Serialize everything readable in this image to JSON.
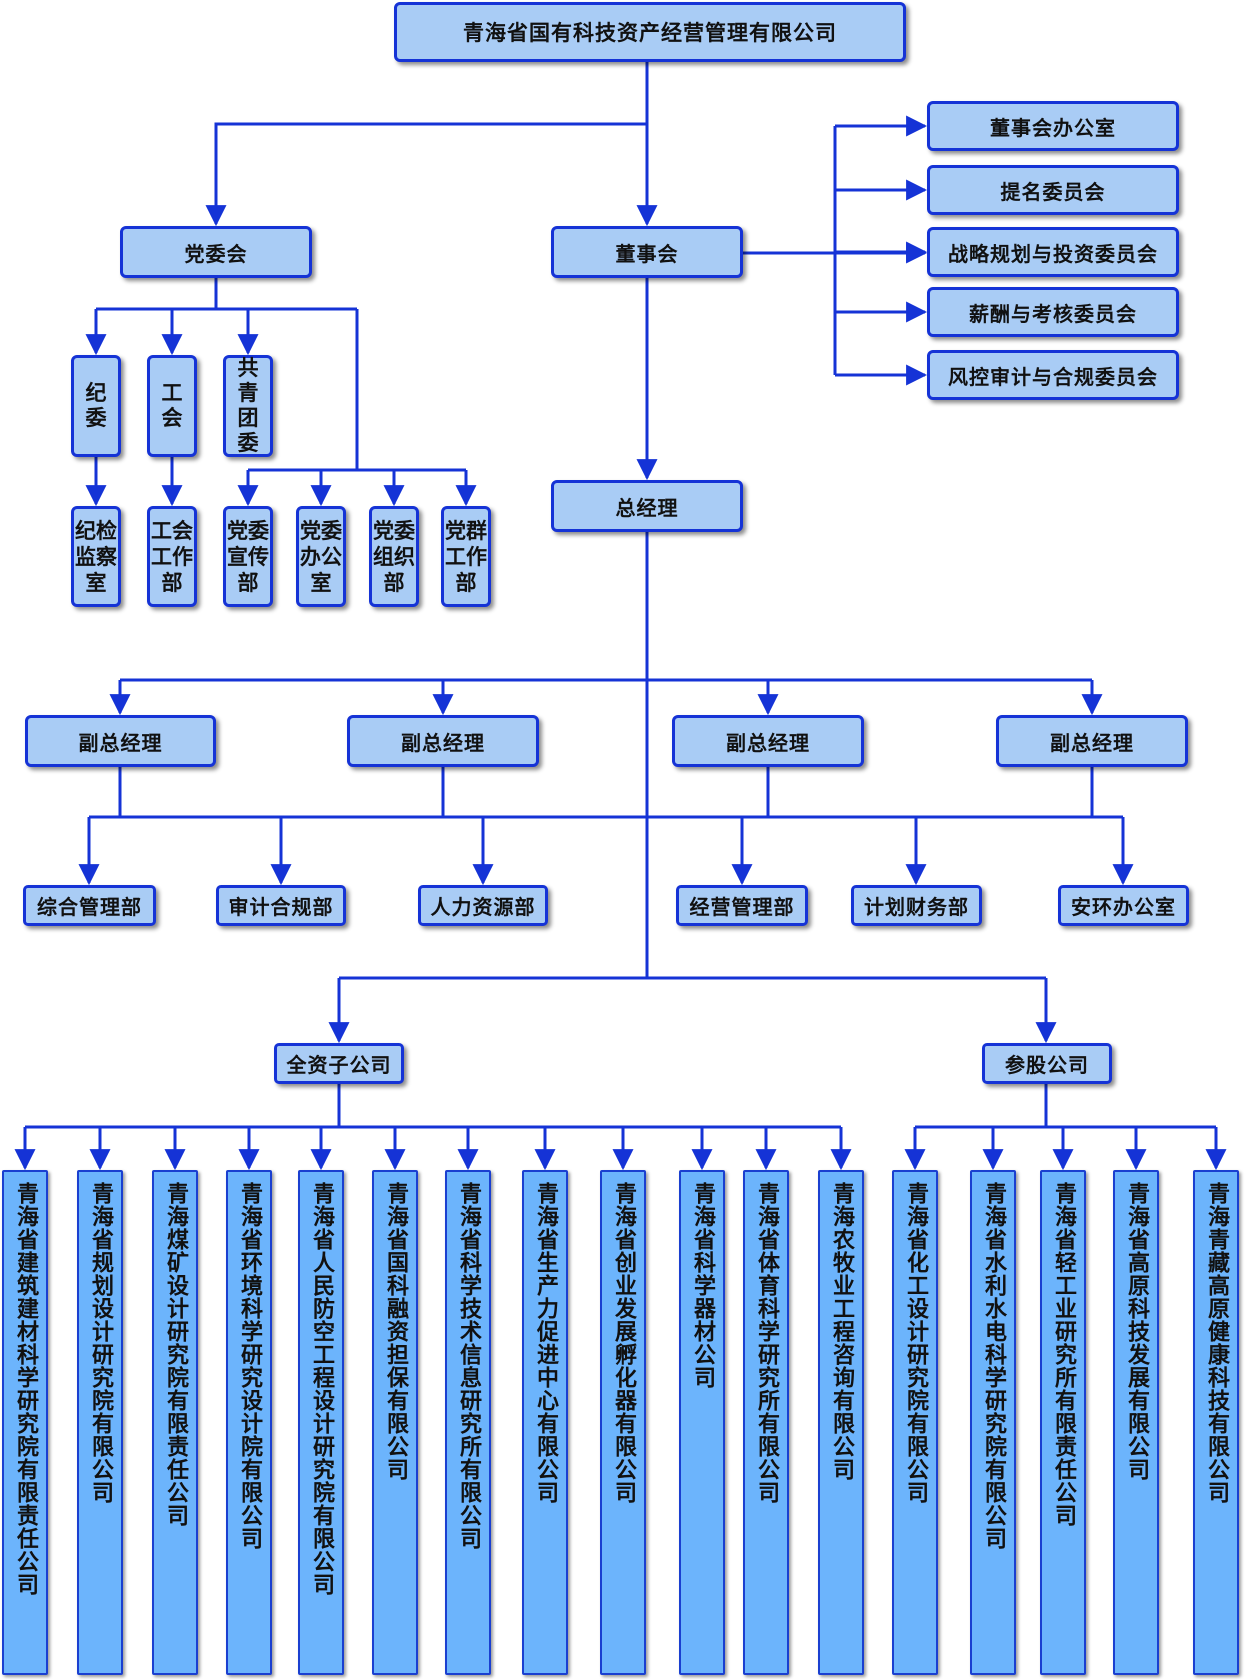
{
  "root": "青海省国有科技资产经营管理有限公司",
  "party": {
    "label": "党委会",
    "children": [
      "纪委",
      "工会",
      "共青团委"
    ],
    "sub": [
      "纪检监察室",
      "工会工作部",
      "党委宣传部",
      "党委办公室",
      "党委组织部",
      "党群工作部"
    ]
  },
  "board": {
    "label": "董事会",
    "committees": [
      "董事会办公室",
      "提名委员会",
      "战略规划与投资委员会",
      "薪酬与考核委员会",
      "风控审计与合规委员会"
    ]
  },
  "gm": "总经理",
  "deputies": [
    "副总经理",
    "副总经理",
    "副总经理",
    "副总经理"
  ],
  "departments": [
    "综合管理部",
    "审计合规部",
    "人力资源部",
    "经营管理部",
    "计划财务部",
    "安环办公室"
  ],
  "wholly_owned": {
    "label": "全资子公司",
    "companies": [
      "青海省建筑建材科学研究院有限责任公司",
      "青海省规划设计研究院有限公司",
      "青海煤矿设计研究院有限责任公司",
      "青海省环境科学研究设计院有限公司",
      "青海省人民防空工程设计研究院有限公司",
      "青海省国科融资担保有限公司",
      "青海省科学技术信息研究所有限公司",
      "青海省生产力促进中心有限公司",
      "青海省创业发展孵化器有限公司",
      "青海省科学器材公司",
      "青海省体育科学研究所有限公司",
      "青海农牧业工程咨询有限公司"
    ]
  },
  "equity": {
    "label": "参股公司",
    "companies": [
      "青海省化工设计研究院有限公司",
      "青海省水利水电科学研究院有限公司",
      "青海省轻工业研究所有限责任公司",
      "青海省高原科技发展有限公司",
      "青海青藏高原健康科技有限公司"
    ]
  },
  "colors": {
    "line": "#1533d6",
    "node": "#a9ccf5",
    "company": "#6cb4fc"
  }
}
